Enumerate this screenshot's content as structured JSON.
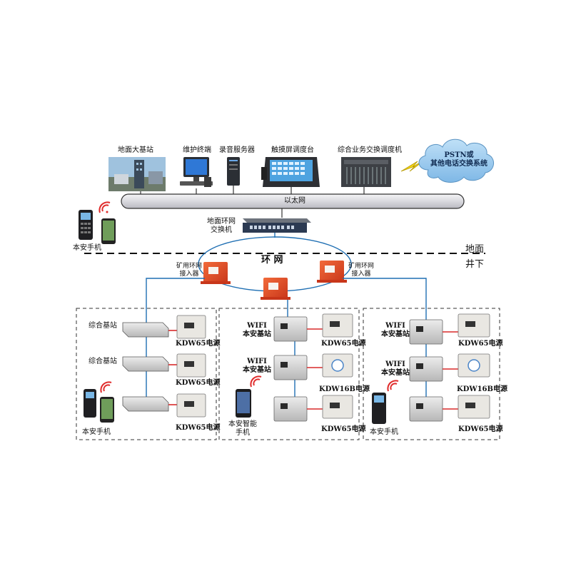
{
  "surface": {
    "top_devices": [
      {
        "id": "base-station",
        "label": "地面大基站"
      },
      {
        "id": "maint-terminal",
        "label": "维护终端"
      },
      {
        "id": "record-server",
        "label": "录音服务器"
      },
      {
        "id": "touch-console",
        "label": "触摸屏调度台"
      },
      {
        "id": "switch-console",
        "label": "综合业务交换调度机"
      }
    ],
    "cloud_label": "PSTN或\n其他电话交换系统",
    "ethernet_label": "以太网",
    "ground_switch_label": "地面环网\n交换机",
    "phone_label": "本安手机"
  },
  "zones": {
    "ground": "地面",
    "underground": "井下"
  },
  "ring": {
    "label": "环 网",
    "left_connector_label": "矿用环网\n接入器",
    "right_connector_label": "矿用环网\n接入器"
  },
  "panels": [
    {
      "stations": [
        "综合基站",
        "综合基站",
        ""
      ],
      "power": [
        "KDW65电源",
        "KDW65电源",
        "KDW65电源"
      ],
      "phone_label": "本安手机"
    },
    {
      "stations": [
        "WIFI\n本安基站",
        "WIFI\n本安基站",
        ""
      ],
      "power": [
        "KDW65电源",
        "KDW16B电源",
        "KDW65电源"
      ],
      "phone_label": "本安智能\n手机"
    },
    {
      "stations": [
        "WIFI\n本安基站",
        "WIFI\n本安基站",
        ""
      ],
      "power": [
        "KDW65电源",
        "KDW16B电源",
        "KDW65电源"
      ],
      "phone_label": "本安手机"
    }
  ],
  "colors": {
    "link": "#1f6fb3",
    "power_link": "#d92a2a",
    "connector": "#e2471f",
    "ethernet_bar": "#e6e6ea"
  }
}
